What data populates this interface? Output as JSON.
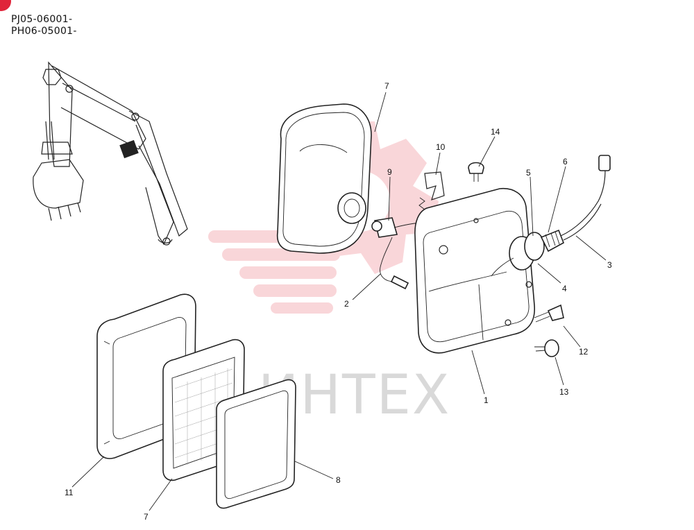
{
  "header": {
    "serial_1": "PJ05-06001-",
    "serial_2": "PH06-05001-"
  },
  "watermark": {
    "text": "ИНТЕХ",
    "color": "#f5b5bb"
  },
  "accent_color": "#e0243a",
  "callouts": [
    {
      "id": "1",
      "label": "1"
    },
    {
      "id": "2",
      "label": "2"
    },
    {
      "id": "3",
      "label": "3"
    },
    {
      "id": "4",
      "label": "4"
    },
    {
      "id": "5",
      "label": "5"
    },
    {
      "id": "6",
      "label": "6"
    },
    {
      "id": "7a",
      "label": "7"
    },
    {
      "id": "7b",
      "label": "7"
    },
    {
      "id": "8",
      "label": "8"
    },
    {
      "id": "9",
      "label": "9"
    },
    {
      "id": "10",
      "label": "10"
    },
    {
      "id": "11",
      "label": "11"
    },
    {
      "id": "12",
      "label": "12"
    },
    {
      "id": "13",
      "label": "13"
    },
    {
      "id": "14",
      "label": "14"
    }
  ]
}
